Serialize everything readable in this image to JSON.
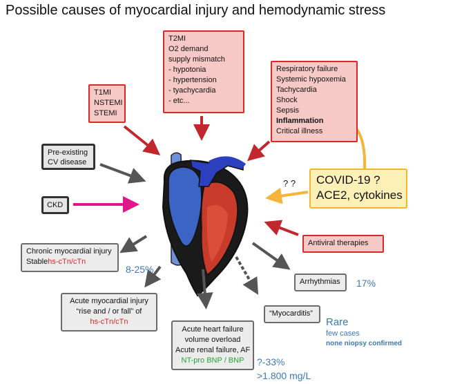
{
  "title": "Possible causes of myocardial injury and hemodynamic stress",
  "t2mi": {
    "lines": [
      "T2MI",
      "O2 demand",
      "supply mismatch",
      "- hypotonia",
      "- hypertension",
      "- tyachycardia",
      "- etc..."
    ]
  },
  "t1mi": {
    "lines": [
      "T1MI",
      "NSTEMI",
      "STEMI"
    ]
  },
  "respiratory": {
    "lines": [
      "Respiratory failure",
      "Systemic hypoxemia",
      "Tachycardia",
      "Shock",
      "Sepsis"
    ],
    "inflammation": "Inflammation",
    "last": "Critical illness"
  },
  "preexisting": {
    "lines": [
      "Pre-existing",
      "CV disease"
    ]
  },
  "ckd": "CKD",
  "covid": {
    "line1": "COVID-19 ?",
    "line2": "ACE2, cytokines",
    "question": "? ?"
  },
  "antiviral": "Antiviral therapies",
  "chronic": {
    "line1": "Chronic myocardial injury",
    "stable": "Stable",
    "marker": "hs-cTn/cTn",
    "pct": "8-25%"
  },
  "acute_injury": {
    "line1": "Acute myocardial injury",
    "line2": "“rise and / or fall” of",
    "marker": "hs-cTn/cTn"
  },
  "heart_failure": {
    "line1": "Acute heart failure",
    "line2": "volume overload",
    "line3": "Acute renal failure, AF",
    "marker": "NT-pro BNP / BNP",
    "pct": "?-33%",
    "value": ">1.800 mg/L"
  },
  "myocarditis": {
    "label": "“Myocarditis”",
    "rare": "Rare",
    "few": "few cases",
    "none": "none niopsy confirmed"
  },
  "arrhythmias": {
    "label": "Arrhythmias",
    "pct": "17%"
  },
  "colors": {
    "red": "#d8292a",
    "gray": "#555555",
    "magenta": "#e0168a",
    "orange": "#f6b53a",
    "blue": "#3d79b6",
    "green": "#27a23a"
  }
}
